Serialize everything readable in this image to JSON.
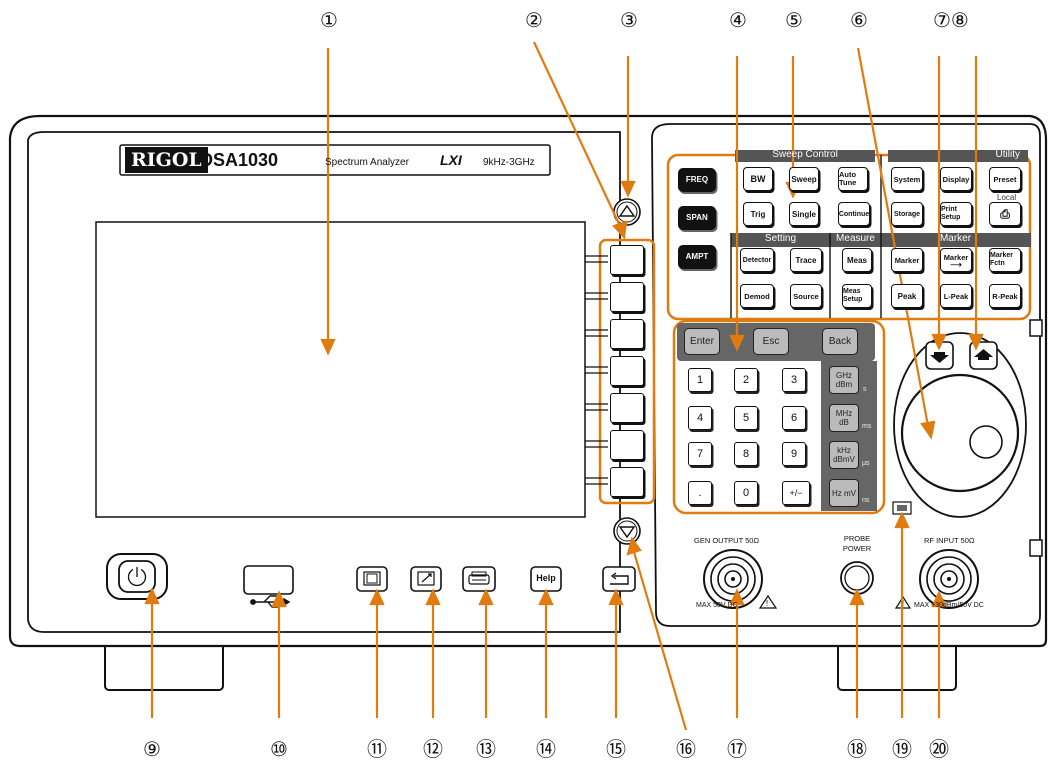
{
  "brand": {
    "logo": "RIGOL",
    "model": "DSA1030",
    "type": "Spectrum Analyzer",
    "lxi": "LXI",
    "range": "9kHz-3GHz"
  },
  "callouts": [
    "①",
    "②",
    "③",
    "④",
    "⑤",
    "⑥",
    "⑦⑧",
    "⑨",
    "⑩",
    "⑪",
    "⑫",
    "⑬",
    "⑭",
    "⑮",
    "⑯",
    "⑰",
    "⑱",
    "⑲",
    "⑳"
  ],
  "groups": {
    "sweep_control": "Sweep Control",
    "utility": "Utility",
    "local": "Local",
    "setting": "Setting",
    "measure": "Measure",
    "marker": "Marker"
  },
  "keys": {
    "freq": "FREQ",
    "span": "SPAN",
    "amp": "AMPT",
    "bw": "BW",
    "sweep": "Sweep",
    "auto_tune": "Auto Tune",
    "trig": "Trig",
    "single": "Single",
    "continue": "Continue",
    "system": "System",
    "display": "Display",
    "preset": "Preset",
    "storage": "Storage",
    "print_setup": "Print Setup",
    "detector": "Detector",
    "trace": "Trace",
    "meas": "Meas",
    "demod": "Demod",
    "source": "Source",
    "meas_setup": "Meas Setup",
    "marker": "Marker",
    "marker_to": "Marker",
    "marker_fctn": "Marker Fctn",
    "peak": "Peak",
    "l_peak": "L-Peak",
    "r_peak": "R-Peak"
  },
  "keypad": {
    "enter": "Enter",
    "esc": "Esc",
    "back": "Back",
    "digits": [
      "1",
      "2",
      "3",
      "4",
      "5",
      "6",
      "7",
      "8",
      "9",
      ".",
      "0",
      "+/−"
    ],
    "units": [
      "GHz dBm",
      "MHz dB",
      "kHz dBmV",
      "Hz mV"
    ],
    "unit_suffix": [
      "s",
      "ms",
      "μs",
      "ns"
    ]
  },
  "bottom_buttons": {
    "help": "Help"
  },
  "connectors": {
    "gen_output": "GEN OUTPUT 50Ω",
    "gen_max": "MAX 50V DC",
    "probe_power": "PROBE POWER",
    "rf_input": "RF INPUT 50Ω",
    "rf_max": "MAX +30dBm/50V DC"
  }
}
